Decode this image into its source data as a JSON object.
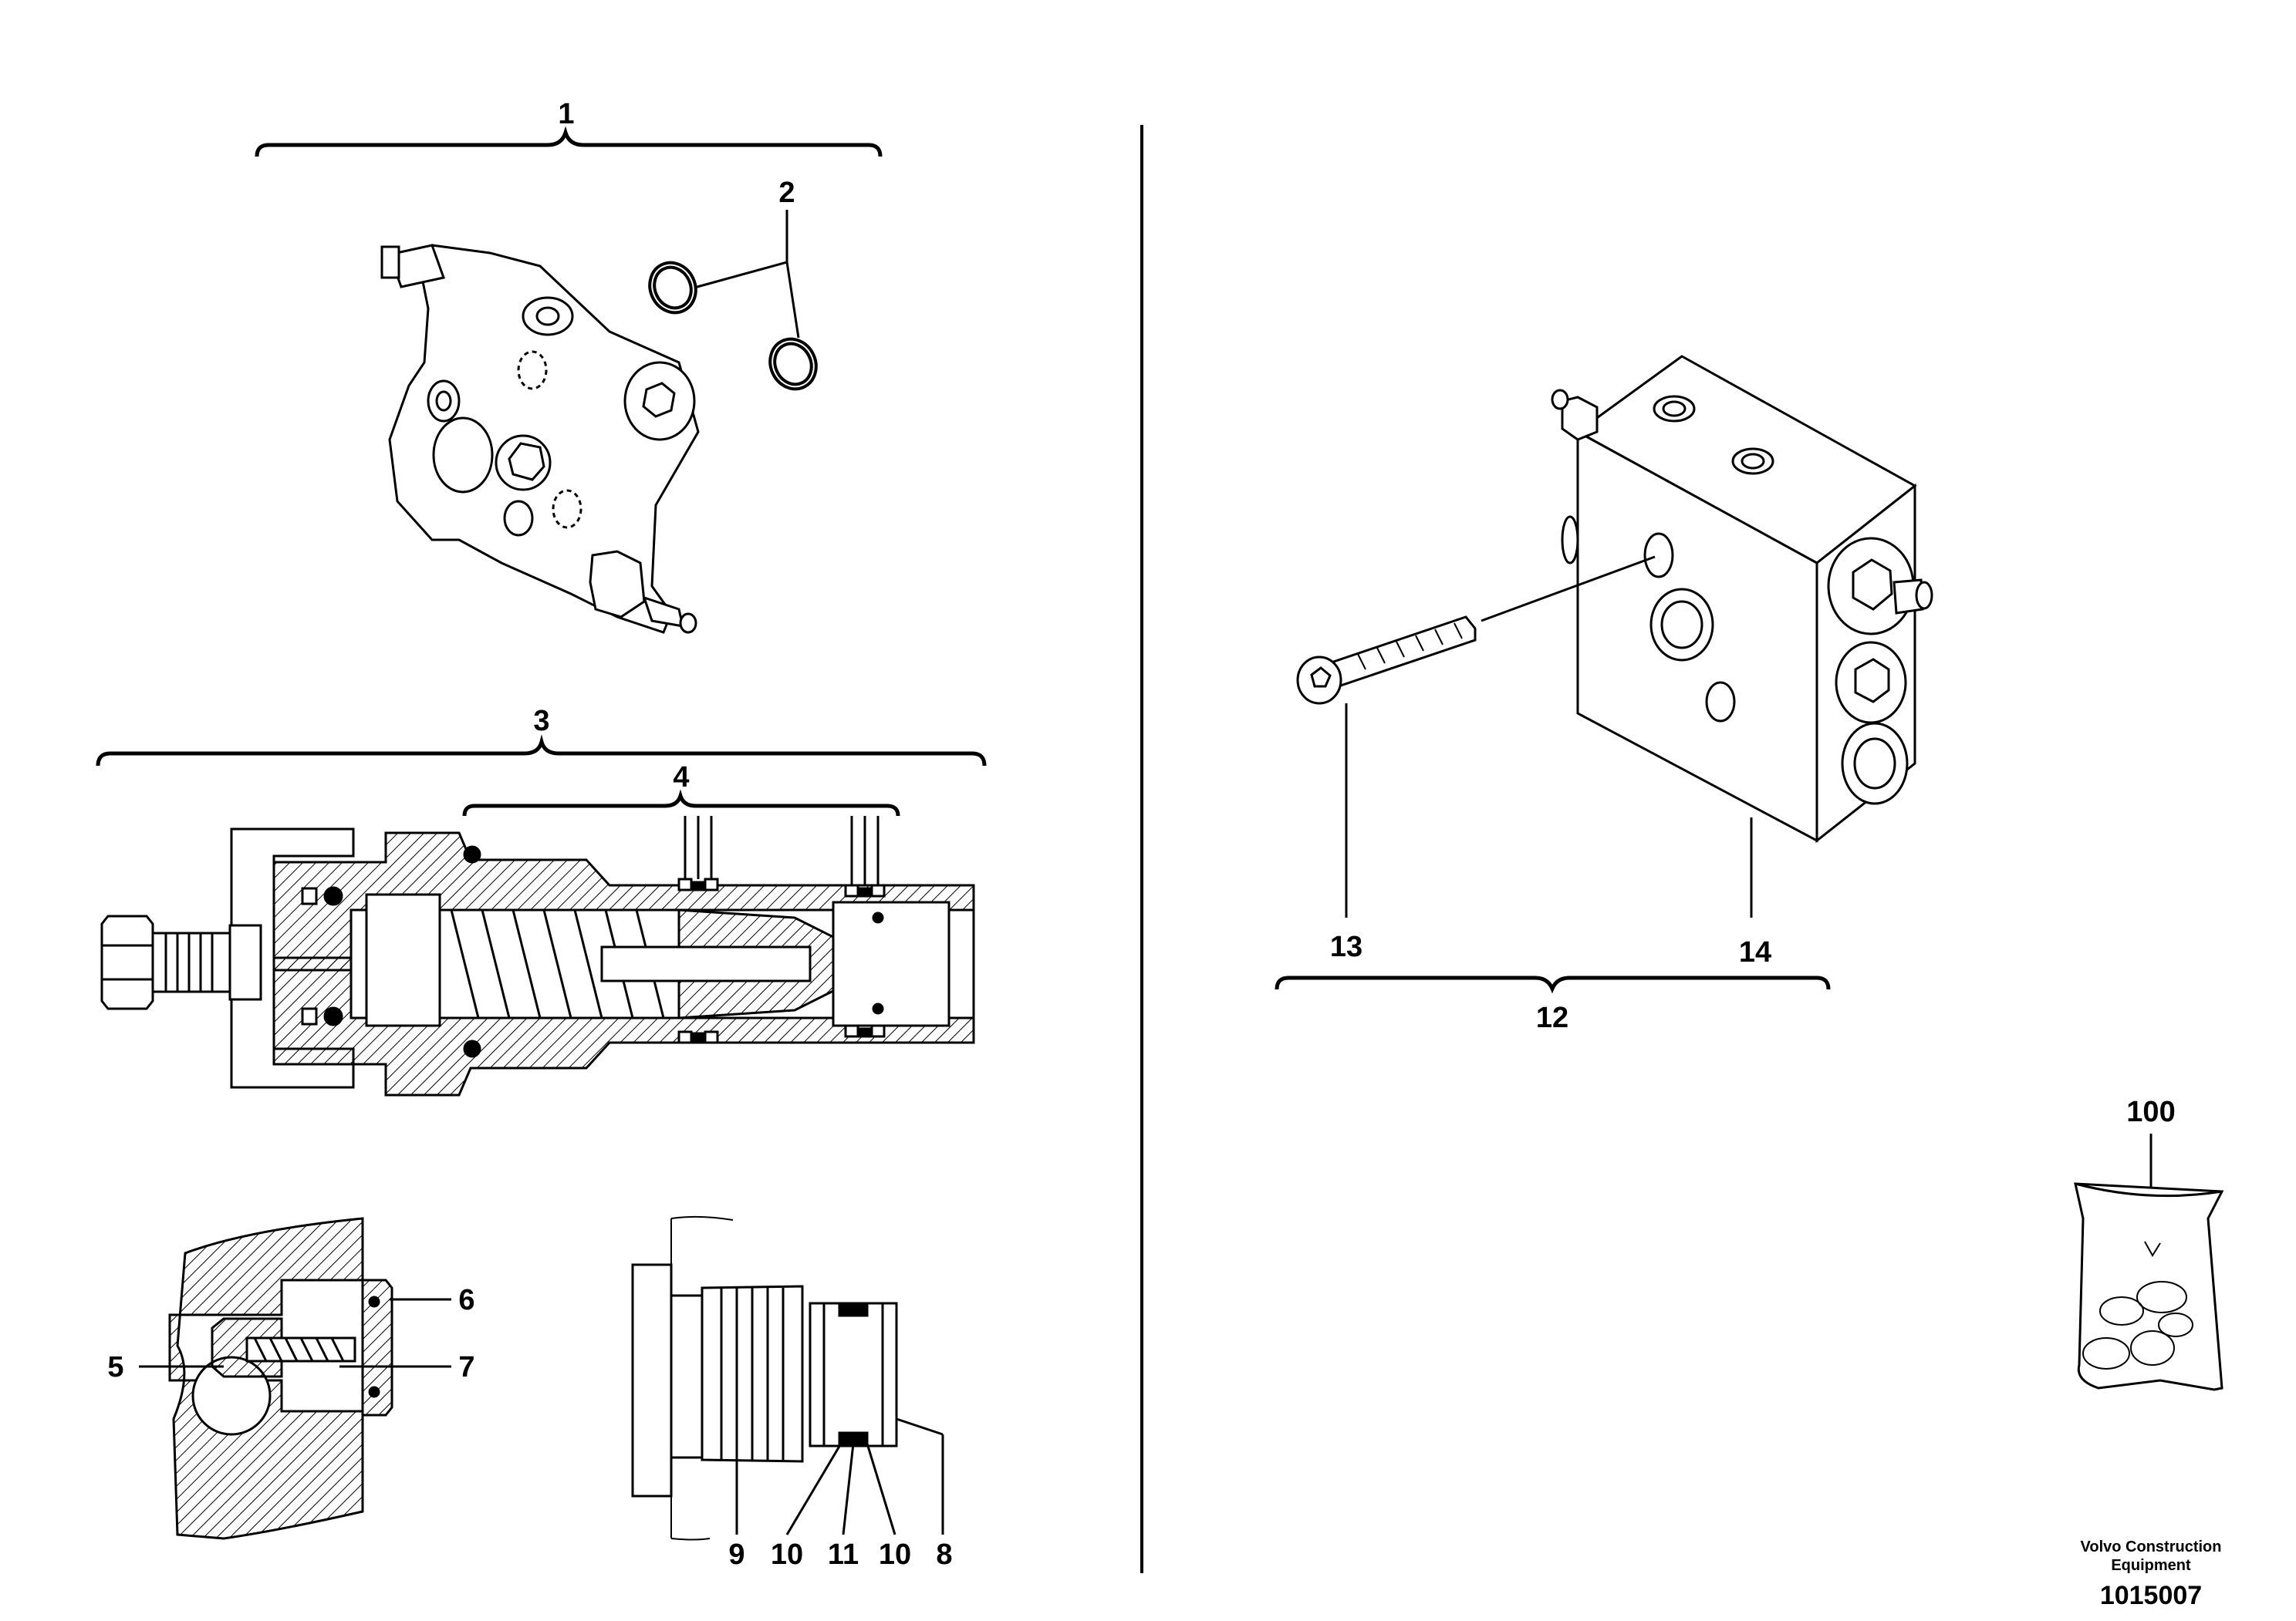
{
  "callouts": {
    "c1": "1",
    "c2": "2",
    "c3": "3",
    "c4": "4",
    "c5": "5",
    "c6": "6",
    "c7": "7",
    "c8": "8",
    "c9": "9",
    "c10a": "10",
    "c10b": "10",
    "c11": "11",
    "c12": "12",
    "c13": "13",
    "c14": "14",
    "c100": "100"
  },
  "footer": {
    "company_line1": "Volvo Construction",
    "company_line2": "Equipment",
    "drawing_number": "1015007"
  }
}
